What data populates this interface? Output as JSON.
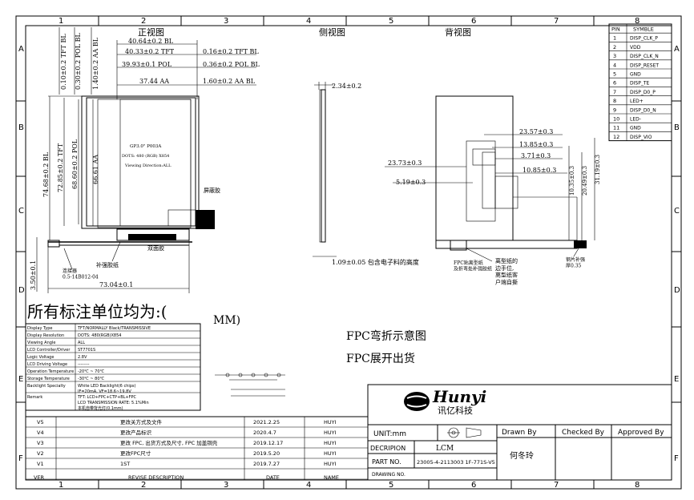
{
  "grid": {
    "cols": [
      "1",
      "2",
      "3",
      "4",
      "5",
      "6",
      "7",
      "8"
    ],
    "rows": [
      "A",
      "B",
      "C",
      "D",
      "E",
      "F"
    ]
  },
  "views": {
    "front": "正视图",
    "side": "侧视图",
    "back": "背视图"
  },
  "front_dims": {
    "w1": "40.64±0.2 BL",
    "w2": "40.33±0.2 TFT",
    "w3": "39.93±0.1 POL",
    "w4": "37.44 AA",
    "r1": "0.16±0.2 TFT BL",
    "r2": "0.36±0.2 POL BL",
    "r3": "1.60±0.2 AA BL",
    "t1": "0.10±0.2 TFT BL",
    "t2": "0.30±0.2 POL BL",
    "t3": "1.40±0.2 AA BL",
    "h1": "74.68±0.2 BL",
    "h2": "72.85±0.2 TFT",
    "h3": "68.60±0.2 POL",
    "h4": "66.61 AA",
    "bottom": "73.04±0.1",
    "left_small": "3.50±0.1",
    "screen_l1": "GP3.0\" P003A",
    "screen_l2": "DOTS: 480 (RGB) X854",
    "screen_l3": "Viewing Direction:ALL",
    "label_tape": "屏蔽胶",
    "label_double": "双面胶",
    "label_conn": "补强胶纸",
    "label_comp": "连接器\n0.5-14B012-04"
  },
  "side_dims": {
    "top": "2.34±0.2",
    "bottom": "1.09±0.05 包含电子料的高度"
  },
  "back_dims": {
    "d1": "23.57±0.3",
    "d2": "13.85±0.3",
    "d3": "3.71±0.3",
    "d4": "10.85±0.3",
    "d5": "23.73±0.3",
    "d6": "5.19±0.3",
    "v1": "10.35±0.3",
    "v2": "20.49±0.3",
    "v3": "31.19±0.3",
    "note1": "离型纸的\n边手位,\n离型纸客\n户端自撕",
    "note2": "FPC贴离型纸\n及折弯处补强胶纸",
    "note3": "钢片补强\n厚0.35"
  },
  "units_note": "所有标注单位均为:(",
  "units_mm": "MM)",
  "fpc_notes": [
    "FPC弯折示意图",
    "FPC展开出货"
  ],
  "pins": {
    "header": [
      "PIN",
      "SYMBLE"
    ],
    "rows": [
      [
        "1",
        "DISP_CLK_P"
      ],
      [
        "2",
        "VDD"
      ],
      [
        "3",
        "DISP_CLK_N"
      ],
      [
        "4",
        "DISP_RESET"
      ],
      [
        "5",
        "GND"
      ],
      [
        "6",
        "DISP_TE"
      ],
      [
        "7",
        "DISP_D0_P"
      ],
      [
        "8",
        "LED+"
      ],
      [
        "9",
        "DISP_D0_N"
      ],
      [
        "10",
        "LED-"
      ],
      [
        "11",
        "GND"
      ],
      [
        "12",
        "DISP_VIO"
      ]
    ]
  },
  "specs": [
    [
      "Display Type",
      "TFT/NORMALLY Black/TRANSMISSIVE"
    ],
    [
      "Display Resolution",
      "DOTS: 480(RGB)X854"
    ],
    [
      "Viewing Angle",
      "ALL"
    ],
    [
      "LCD Controller/Driver",
      "ST7701S"
    ],
    [
      "Logic Voltage",
      "2.8V"
    ],
    [
      "LCD Driving Voltage",
      "--------"
    ],
    [
      "Operation Temperature",
      "-20℃ ~ 70℃"
    ],
    [
      "Storage Temperature",
      "-30℃ ~ 80℃"
    ],
    [
      "Backlight Specialty",
      "White LED Backlight(6 chips)\nIF=20mA, VF=18.6~19.8V"
    ],
    [
      "Remark",
      "TFT: LCD+FPC+CTP+BL+FPC\nLCD TRANSMISSION RATE: 5.1%Min\n本机自带背光灯(0.1mm)"
    ]
  ],
  "revisions": [
    [
      "V5",
      "更改关方式及文件",
      "2021.2.25",
      "HUYI"
    ],
    [
      "V4",
      "更改产品标识",
      "2020.4.7",
      "HUYI"
    ],
    [
      "V3",
      "更改 FPC, 出货方式及尺寸, FPC 加盖铜壳",
      "2019.12.17",
      "HUYI"
    ],
    [
      "V2",
      "更改FPC尺寸",
      "2019.5.20",
      "HUYI"
    ],
    [
      "V1",
      "1ST",
      "2019.7.27",
      "HUYI"
    ]
  ],
  "rev_header": [
    "VER",
    "REVISE DESCRIPTION",
    "DATE",
    "NAME"
  ],
  "title_block": {
    "company": "Hunyi",
    "company_cn": "讯亿科技",
    "unit_label": "UNIT:mm",
    "drawn_by": "Drawn By",
    "checked_by": "Checked By",
    "approved_by": "Approved By",
    "description_label": "DECRIPION",
    "description_value": "LCM",
    "part_label": "PART NO.",
    "part_value": "23005-4-2113003 1F-771S-V5",
    "drawing_no_label": "DRAWING NO.",
    "drawer_name": "何冬玲"
  }
}
